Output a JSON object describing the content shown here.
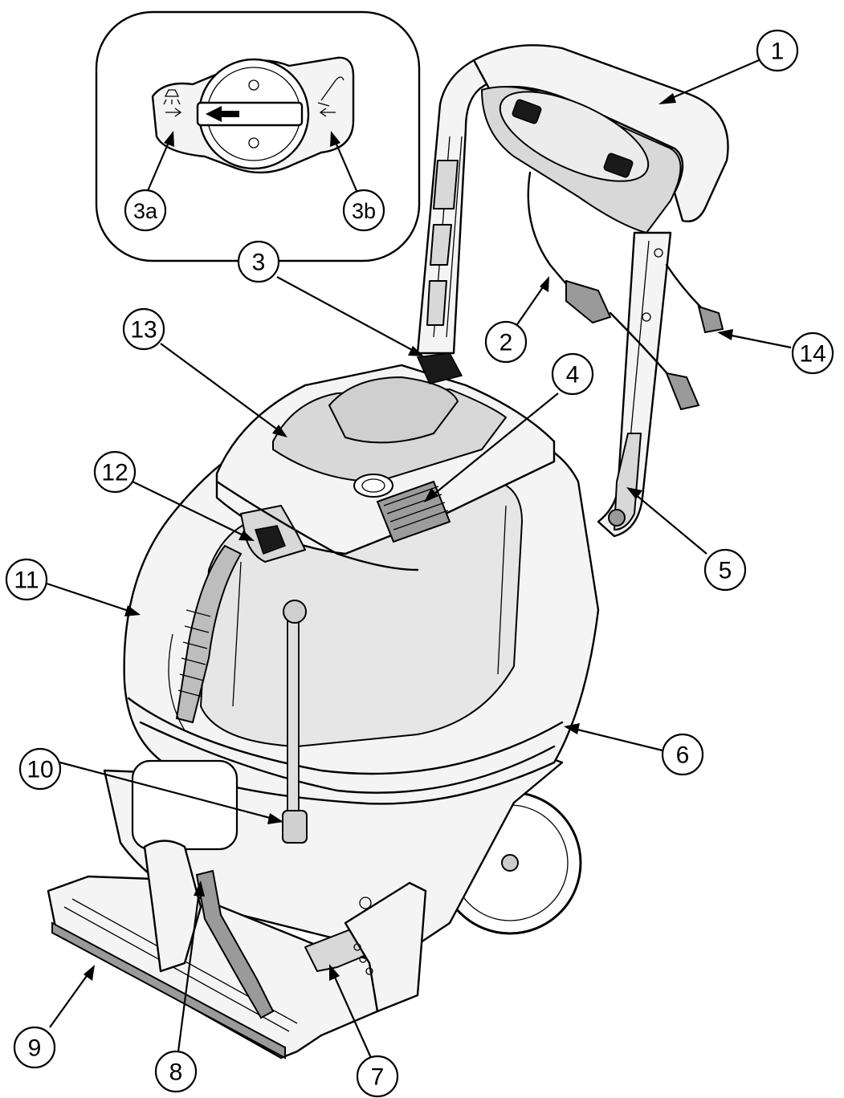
{
  "callouts": [
    {
      "id": "1",
      "label": "1"
    },
    {
      "id": "2",
      "label": "2"
    },
    {
      "id": "3",
      "label": "3"
    },
    {
      "id": "3a",
      "label": "3a"
    },
    {
      "id": "3b",
      "label": "3b"
    },
    {
      "id": "4",
      "label": "4"
    },
    {
      "id": "5",
      "label": "5"
    },
    {
      "id": "6",
      "label": "6"
    },
    {
      "id": "7",
      "label": "7"
    },
    {
      "id": "8",
      "label": "8"
    },
    {
      "id": "9",
      "label": "9"
    },
    {
      "id": "10",
      "label": "10"
    },
    {
      "id": "11",
      "label": "11"
    },
    {
      "id": "12",
      "label": "12"
    },
    {
      "id": "13",
      "label": "13"
    },
    {
      "id": "14",
      "label": "14"
    }
  ]
}
